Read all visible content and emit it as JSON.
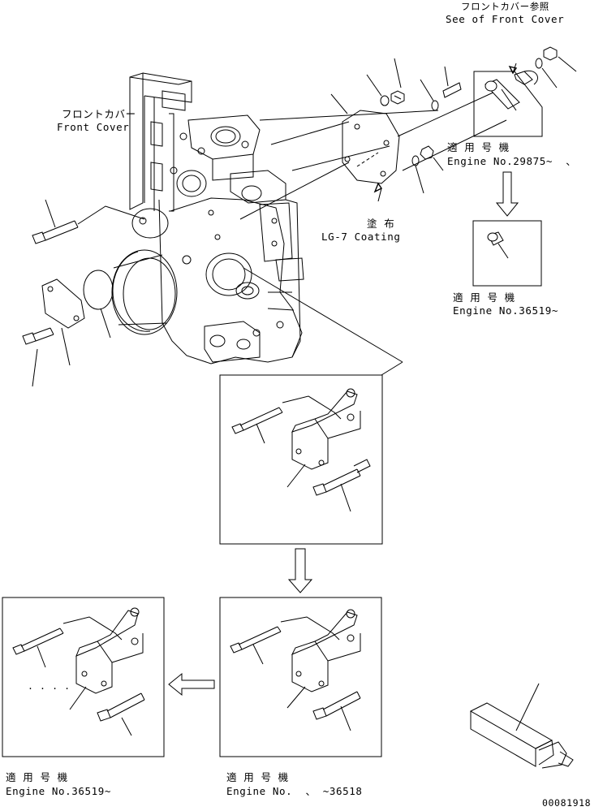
{
  "labels": {
    "front_cover_jp": "フロントカバー",
    "front_cover_en": "Front Cover",
    "see_front_cover_jp": "フロントカバー参照",
    "see_front_cover_en": "See of Front Cover",
    "coating_jp": "塗 布",
    "coating_en": "LG-7 Coating",
    "applicable_jp": "適 用 号 機",
    "engine_29875": "Engine No.29875~  、",
    "engine_36519": "Engine No.36519~",
    "engine_36518": "Engine No.  、 ~36518",
    "dots": ". . . .",
    "drawing_no": "00081918"
  }
}
